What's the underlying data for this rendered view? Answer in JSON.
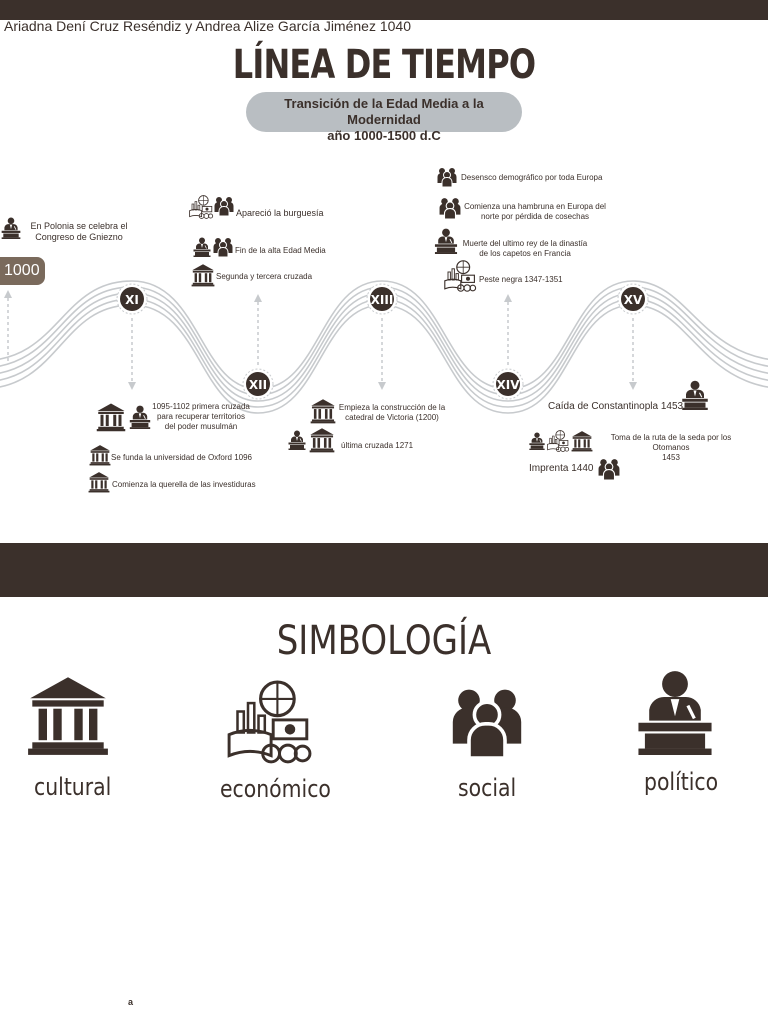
{
  "header": {
    "authors": "Ariadna Dení Cruz Reséndiz y Andrea Alize García Jiménez 1040",
    "title": "LÍNEA DE TIEMPO",
    "subtitle_line1": "Transición de la Edad Media a la Modernidad",
    "subtitle_line2": "año 1000-1500 d.C"
  },
  "timeline": {
    "start_year": "1000",
    "centuries": [
      "XI",
      "XII",
      "XIII",
      "XIV",
      "XV"
    ],
    "events": {
      "polonia_1": "En Polonia se celebra el",
      "polonia_2": "Congreso de Gniezno",
      "burguesia": "Apareció la burguesía",
      "alta_edad_media": "Fin de la alta Edad Media",
      "cruzada_2_3": "Segunda y tercera cruzada",
      "cruzada_1_a": "1095-1102 primera cruzada",
      "cruzada_1_b": "para recuperar territorios",
      "cruzada_1_c": "del poder musulmán",
      "oxford": "Se funda la universidad de Oxford 1096",
      "investiduras": "Comienza la querella de las investiduras",
      "catedral_a": "Empieza la construcción de la",
      "catedral_b": "catedral de Victoria (1200)",
      "ultima_cruzada": "última cruzada 1271",
      "descenso": "Desensco demográfico por toda Europa",
      "hambruna_a": "Comienza una hambruna en Europa del",
      "hambruna_b": "norte por pérdida de cosechas",
      "capetos_a": "Muerte del ultimo rey de la dinastía",
      "capetos_b": "de los capetos en Francia",
      "peste": "Peste negra 1347-1351",
      "constantinopla": "Caída de Constantinopla 1453",
      "seda_a": "Toma de la ruta de la seda por los Otomanos",
      "seda_b": "1453",
      "imprenta": "Imprenta 1440"
    }
  },
  "legend": {
    "title": "SIMBOLOGÍA",
    "items": [
      {
        "label": "cultural",
        "icon": "temple-icon"
      },
      {
        "label": "económico",
        "icon": "economy-icon"
      },
      {
        "label": "social",
        "icon": "people-icon"
      },
      {
        "label": "político",
        "icon": "politician-icon"
      }
    ]
  },
  "footnote": "a",
  "colors": {
    "dark": "#3b302b",
    "pill": "#b9bec2",
    "wave": "#c7cacd",
    "year": "#7a6a5c"
  }
}
